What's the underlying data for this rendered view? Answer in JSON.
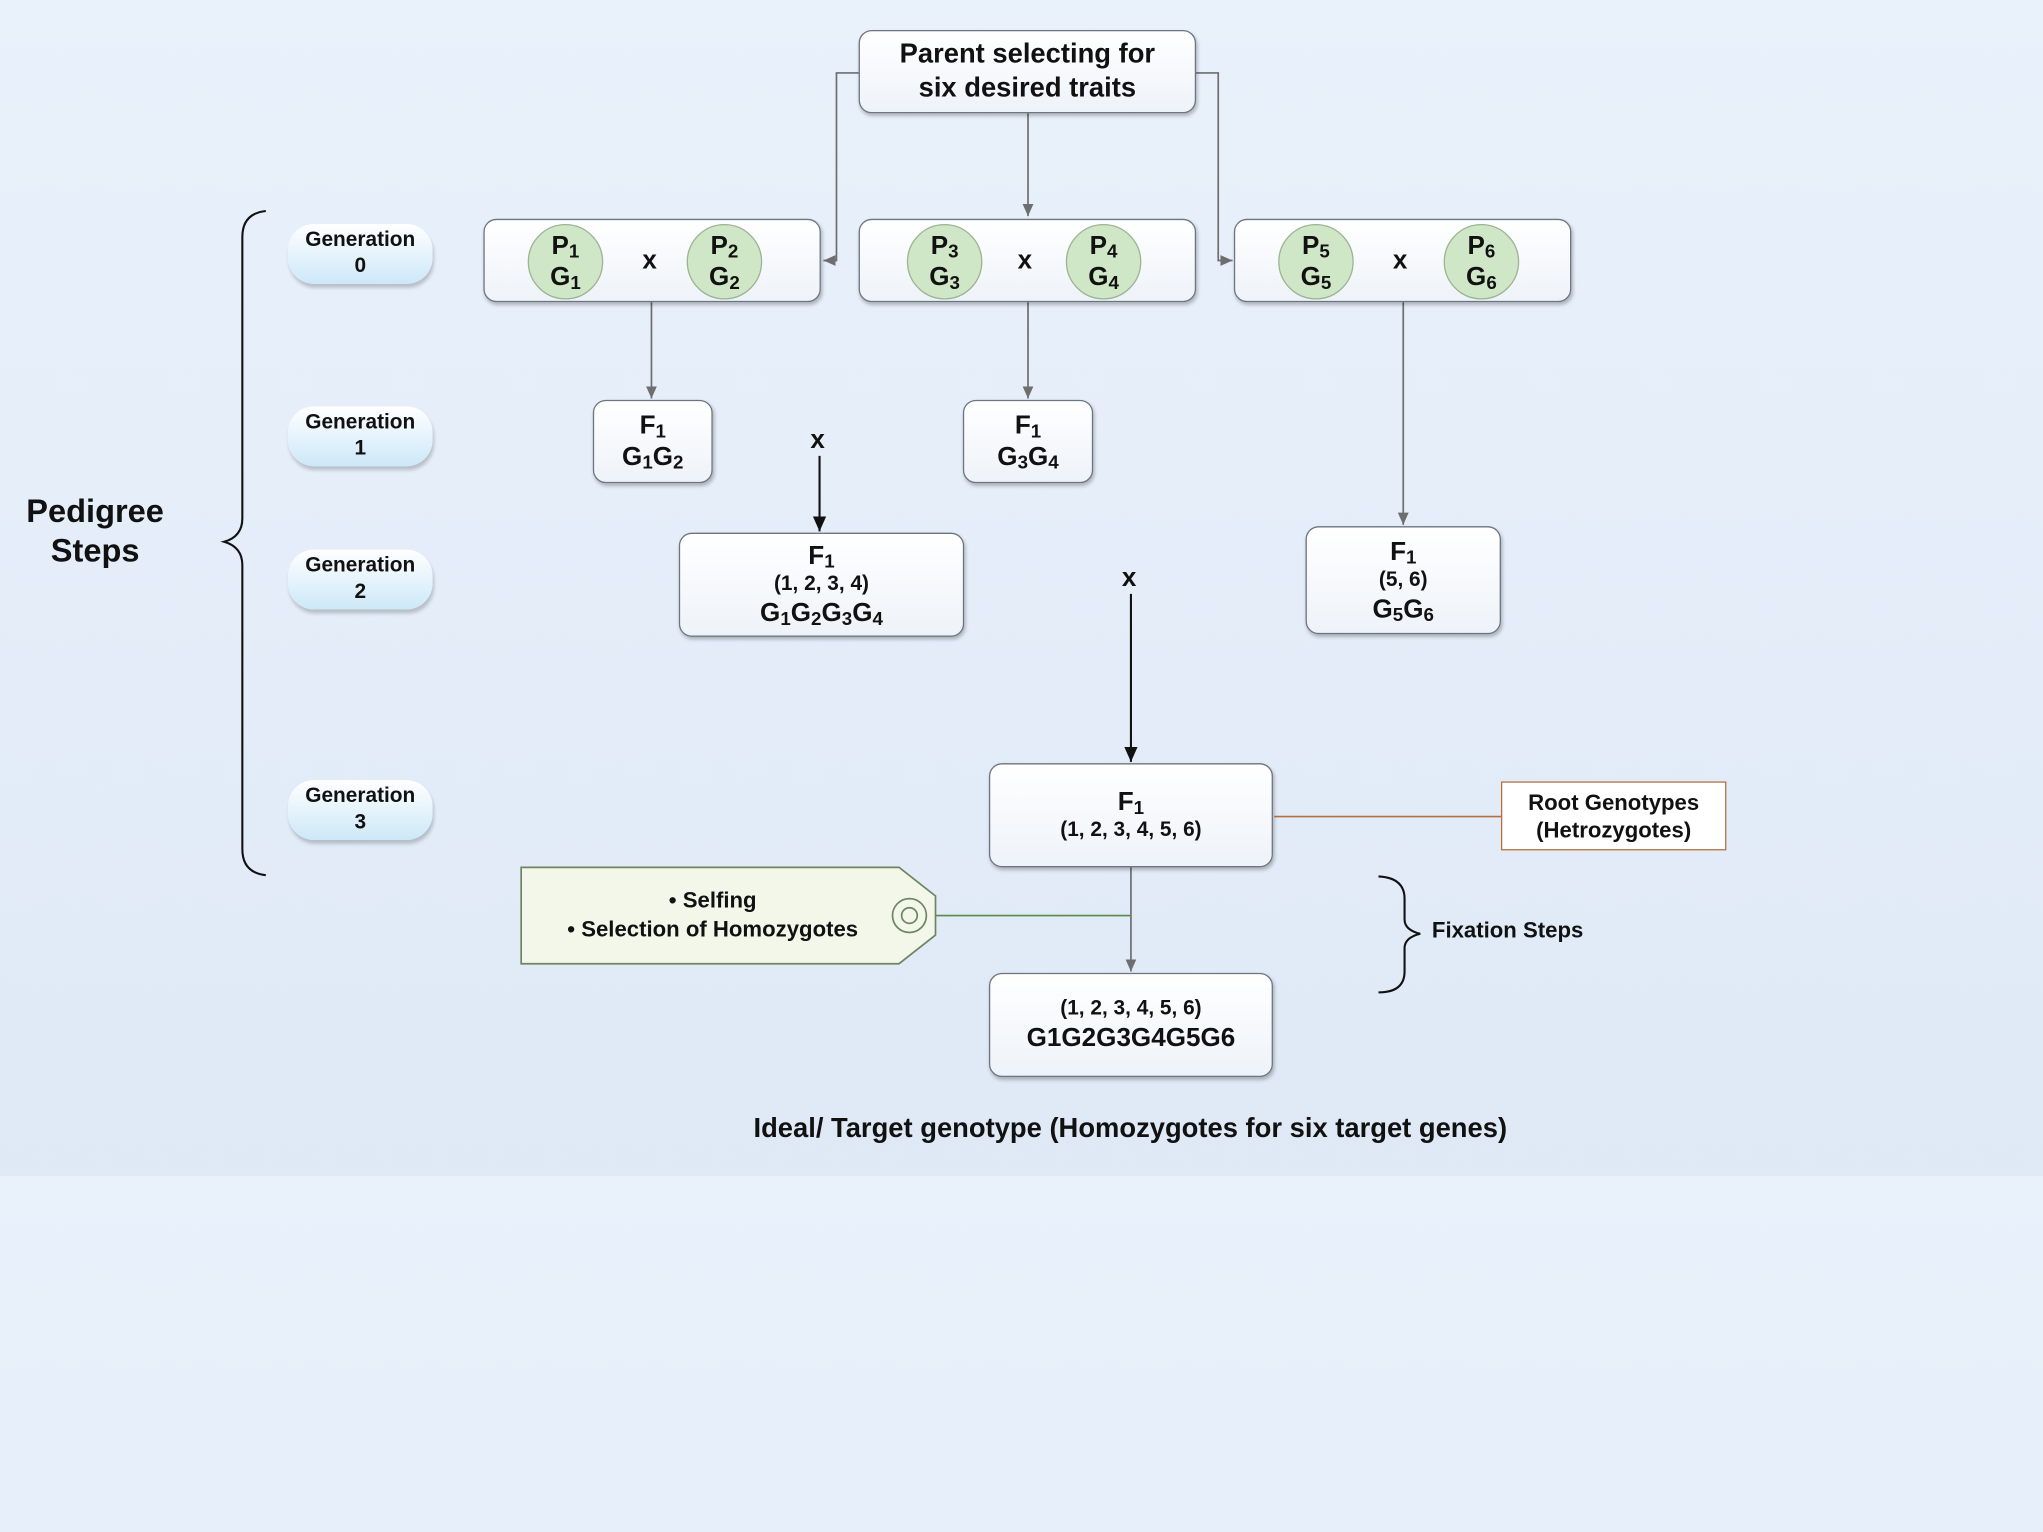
{
  "top_box": {
    "line1": "Parent selecting for",
    "line2": "six desired traits"
  },
  "side_label": {
    "line1": "Pedigree",
    "line2": "Steps"
  },
  "generations": [
    {
      "label": "Generation",
      "num": "0"
    },
    {
      "label": "Generation",
      "num": "1"
    },
    {
      "label": "Generation",
      "num": "2"
    },
    {
      "label": "Generation",
      "num": "3"
    }
  ],
  "cross_symbol": "x",
  "parent_pairs": [
    {
      "p1": "P",
      "p1_sub": "1",
      "g1": "G",
      "g1_sub": "1",
      "p2": "P",
      "p2_sub": "2",
      "g2": "G",
      "g2_sub": "2"
    },
    {
      "p1": "P",
      "p1_sub": "3",
      "g1": "G",
      "g1_sub": "3",
      "p2": "P",
      "p2_sub": "4",
      "g2": "G",
      "g2_sub": "4"
    },
    {
      "p1": "P",
      "p1_sub": "5",
      "g1": "G",
      "g1_sub": "5",
      "p2": "P",
      "p2_sub": "6",
      "g2": "G",
      "g2_sub": "6"
    }
  ],
  "f1_gen1": [
    {
      "f": "F",
      "f_sub": "1",
      "genes": [
        [
          "G",
          "1"
        ],
        [
          "G",
          "2"
        ]
      ]
    },
    {
      "f": "F",
      "f_sub": "1",
      "genes": [
        [
          "G",
          "3"
        ],
        [
          "G",
          "4"
        ]
      ]
    }
  ],
  "f1_gen2_left": {
    "f": "F",
    "f_sub": "1",
    "nums": "(1, 2, 3, 4)",
    "genes": [
      [
        "G",
        "1"
      ],
      [
        "G",
        "2"
      ],
      [
        "G",
        "3"
      ],
      [
        "G",
        "4"
      ]
    ]
  },
  "f1_gen2_right": {
    "f": "F",
    "f_sub": "1",
    "nums": "(5, 6)",
    "genes": [
      [
        "G",
        "5"
      ],
      [
        "G",
        "6"
      ]
    ]
  },
  "f1_gen3": {
    "f": "F",
    "f_sub": "1",
    "nums": "(1, 2, 3, 4, 5, 6)"
  },
  "final_box": {
    "nums": "(1, 2, 3, 4, 5, 6)",
    "genes": "G1G2G3G4G5G6"
  },
  "root_genotypes": {
    "line1": "Root Genotypes",
    "line2": "(Hetrozygotes)"
  },
  "fixation_label": "Fixation Steps",
  "tag_items": [
    "Selfing",
    "Selection of Homozygotes"
  ],
  "bottom_caption": "Ideal/ Target genotype (Homozygotes for six target genes)"
}
